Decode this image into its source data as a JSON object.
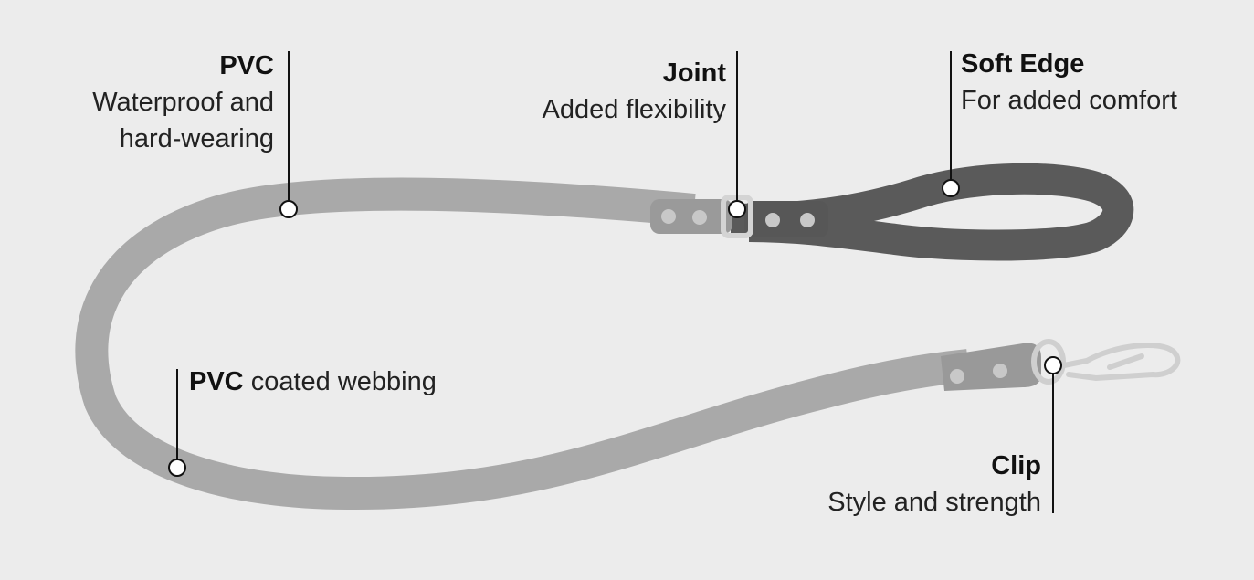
{
  "callouts": {
    "pvc": {
      "title": "PVC",
      "line1": "Waterproof and",
      "line2": "hard-wearing"
    },
    "joint": {
      "title": "Joint",
      "line1": "Added flexibility"
    },
    "soft_edge": {
      "title": "Soft Edge",
      "line1": "For added comfort"
    },
    "webbing": {
      "title": "PVC",
      "rest": " coated webbing"
    },
    "clip": {
      "title": "Clip",
      "line1": "Style and strength"
    }
  },
  "colors": {
    "background": "#ececec",
    "strap_light": "#a9a9a9",
    "strap_dark": "#5a5a5a",
    "rivet": "#c8c8c8",
    "metal": "#cfcfcf"
  }
}
